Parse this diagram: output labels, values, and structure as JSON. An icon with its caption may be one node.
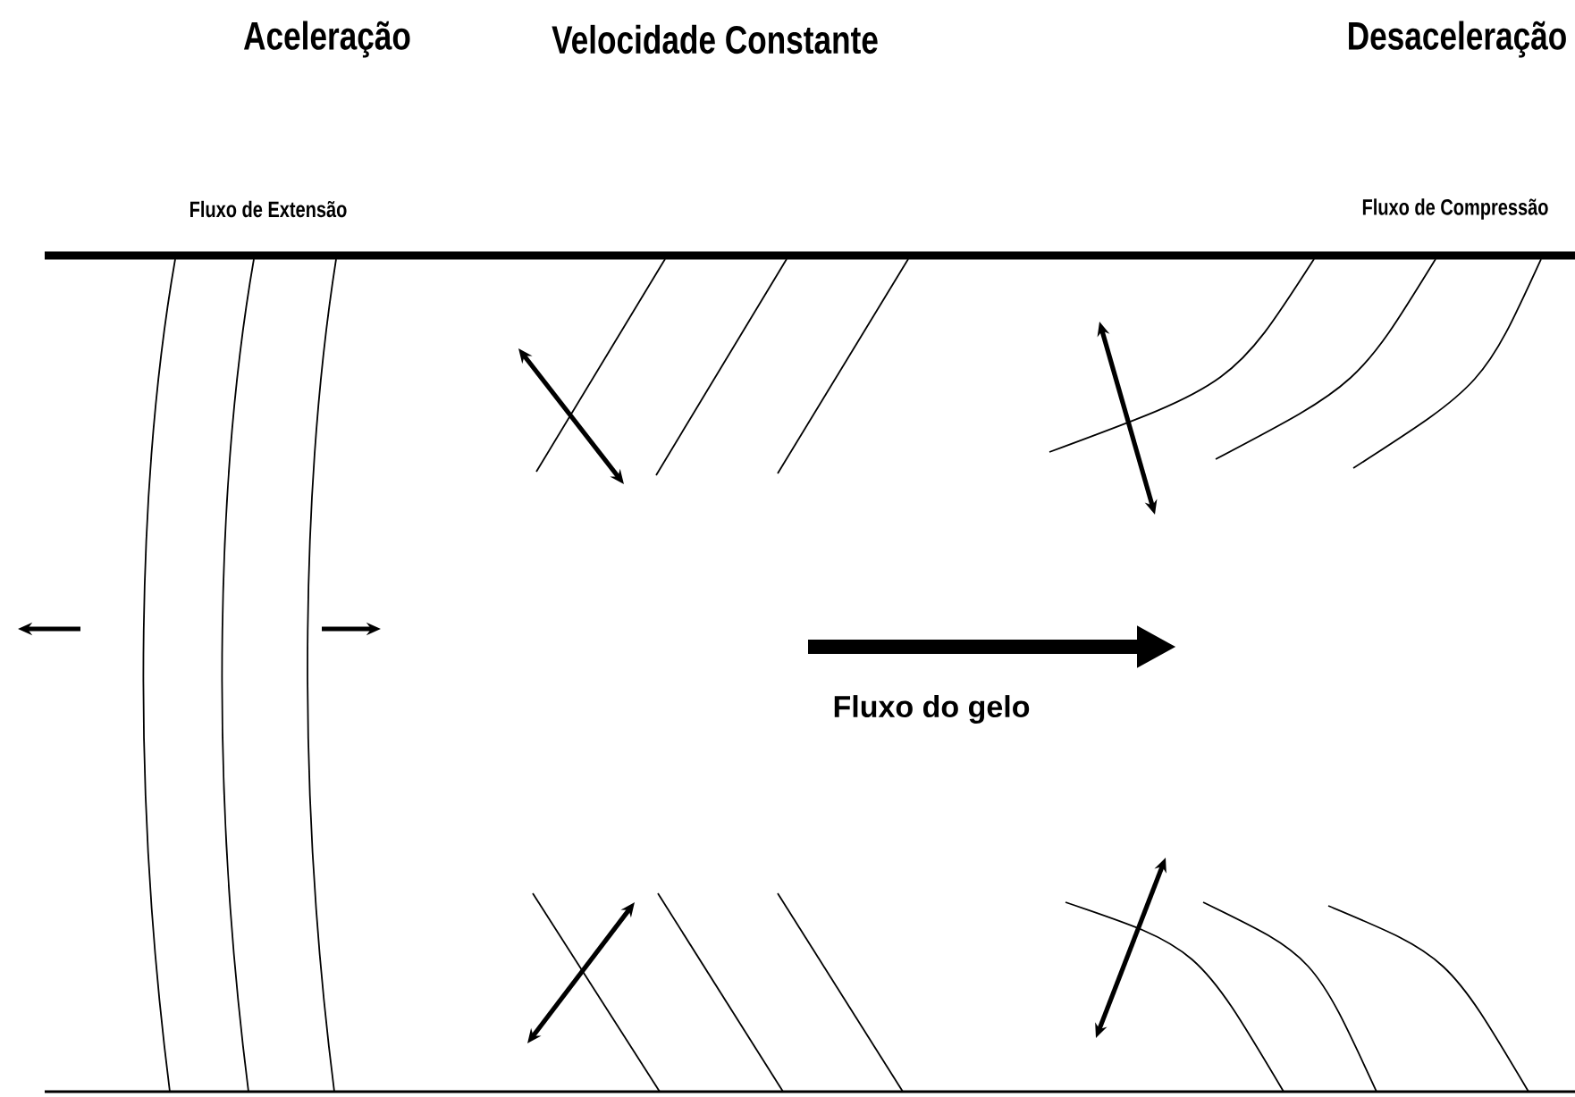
{
  "diagram": {
    "labels": [
      "Aceleração",
      "Velocidade Constante",
      "Desaceleração",
      "Fluxo de Extensão",
      "Fluxo de Compressão",
      "Fluxo do gelo"
    ]
  }
}
